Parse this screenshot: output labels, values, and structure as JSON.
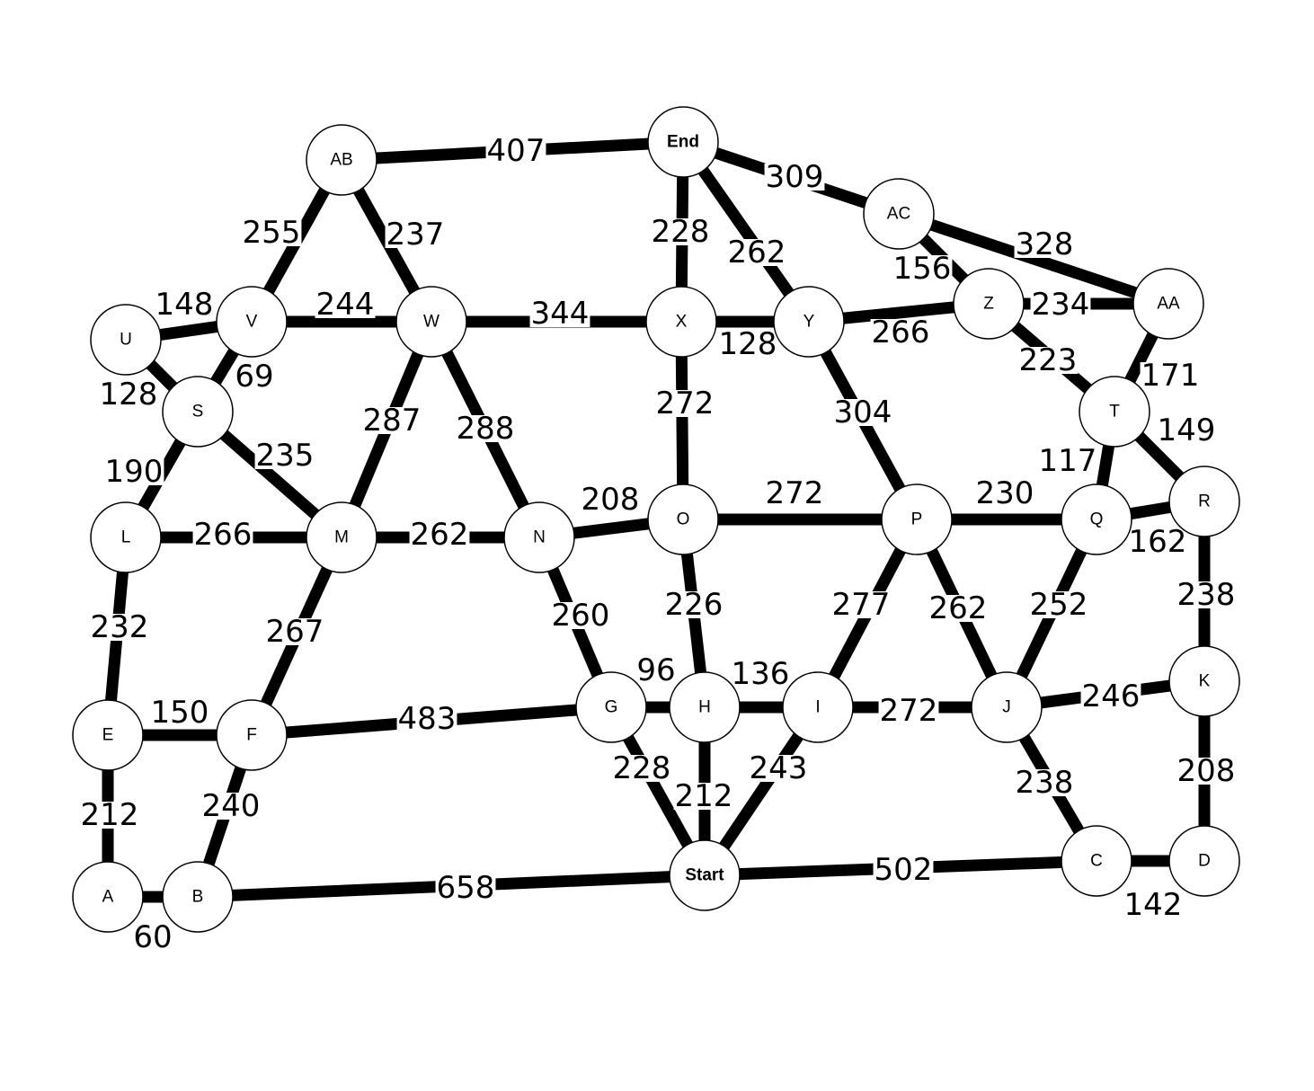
{
  "graph": {
    "colors": {
      "edge": "#000000",
      "node_fill": "#ffffff",
      "node_stroke": "#000000",
      "start_fill": "#f8cecc",
      "start_stroke": "#b85450",
      "end_fill": "#d5e8d4",
      "end_stroke": "#82b366",
      "label_background": "#ffffff"
    },
    "nodes": [
      {
        "id": "A",
        "label": "A"
      },
      {
        "id": "B",
        "label": "B"
      },
      {
        "id": "C",
        "label": "C"
      },
      {
        "id": "D",
        "label": "D"
      },
      {
        "id": "E",
        "label": "E"
      },
      {
        "id": "F",
        "label": "F"
      },
      {
        "id": "G",
        "label": "G"
      },
      {
        "id": "H",
        "label": "H"
      },
      {
        "id": "I",
        "label": "I"
      },
      {
        "id": "J",
        "label": "J"
      },
      {
        "id": "K",
        "label": "K"
      },
      {
        "id": "L",
        "label": "L"
      },
      {
        "id": "M",
        "label": "M"
      },
      {
        "id": "N",
        "label": "N"
      },
      {
        "id": "O",
        "label": "O"
      },
      {
        "id": "P",
        "label": "P"
      },
      {
        "id": "Q",
        "label": "Q"
      },
      {
        "id": "R",
        "label": "R"
      },
      {
        "id": "S",
        "label": "S"
      },
      {
        "id": "T",
        "label": "T"
      },
      {
        "id": "U",
        "label": "U"
      },
      {
        "id": "V",
        "label": "V"
      },
      {
        "id": "W",
        "label": "W"
      },
      {
        "id": "X",
        "label": "X"
      },
      {
        "id": "Y",
        "label": "Y"
      },
      {
        "id": "Z",
        "label": "Z"
      },
      {
        "id": "AA",
        "label": "AA"
      },
      {
        "id": "AB",
        "label": "AB"
      },
      {
        "id": "AC",
        "label": "AC"
      },
      {
        "id": "Start",
        "label": "Start",
        "role": "start"
      },
      {
        "id": "End",
        "label": "End",
        "role": "end"
      }
    ],
    "edges": [
      {
        "from": "AB",
        "to": "End",
        "weight": "407"
      },
      {
        "from": "End",
        "to": "AC",
        "weight": "309"
      },
      {
        "from": "End",
        "to": "X",
        "weight": "228"
      },
      {
        "from": "End",
        "to": "Y",
        "weight": "262"
      },
      {
        "from": "AB",
        "to": "V",
        "weight": "255"
      },
      {
        "from": "AB",
        "to": "W",
        "weight": "237"
      },
      {
        "from": "AC",
        "to": "AA",
        "weight": "328"
      },
      {
        "from": "AC",
        "to": "Z",
        "weight": "156"
      },
      {
        "from": "U",
        "to": "V",
        "weight": "148"
      },
      {
        "from": "V",
        "to": "W",
        "weight": "244"
      },
      {
        "from": "W",
        "to": "X",
        "weight": "344"
      },
      {
        "from": "X",
        "to": "Y",
        "weight": "128"
      },
      {
        "from": "Y",
        "to": "Z",
        "weight": "266"
      },
      {
        "from": "Z",
        "to": "AA",
        "weight": "234"
      },
      {
        "from": "U",
        "to": "S",
        "weight": "128"
      },
      {
        "from": "V",
        "to": "S",
        "weight": "69"
      },
      {
        "from": "Z",
        "to": "T",
        "weight": "223"
      },
      {
        "from": "AA",
        "to": "T",
        "weight": "171"
      },
      {
        "from": "W",
        "to": "M",
        "weight": "287"
      },
      {
        "from": "W",
        "to": "N",
        "weight": "288"
      },
      {
        "from": "X",
        "to": "O",
        "weight": "272"
      },
      {
        "from": "Y",
        "to": "P",
        "weight": "304"
      },
      {
        "from": "T",
        "to": "R",
        "weight": "149"
      },
      {
        "from": "T",
        "to": "Q",
        "weight": "117"
      },
      {
        "from": "S",
        "to": "L",
        "weight": "190"
      },
      {
        "from": "S",
        "to": "M",
        "weight": "235"
      },
      {
        "from": "N",
        "to": "O",
        "weight": "208"
      },
      {
        "from": "O",
        "to": "P",
        "weight": "272"
      },
      {
        "from": "P",
        "to": "Q",
        "weight": "230"
      },
      {
        "from": "L",
        "to": "M",
        "weight": "266"
      },
      {
        "from": "M",
        "to": "N",
        "weight": "262"
      },
      {
        "from": "Q",
        "to": "R",
        "weight": "162"
      },
      {
        "from": "L",
        "to": "E",
        "weight": "232"
      },
      {
        "from": "M",
        "to": "F",
        "weight": "267"
      },
      {
        "from": "N",
        "to": "G",
        "weight": "260"
      },
      {
        "from": "O",
        "to": "H",
        "weight": "226"
      },
      {
        "from": "P",
        "to": "I",
        "weight": "277"
      },
      {
        "from": "P",
        "to": "J",
        "weight": "262"
      },
      {
        "from": "Q",
        "to": "J",
        "weight": "252"
      },
      {
        "from": "R",
        "to": "K",
        "weight": "238"
      },
      {
        "from": "G",
        "to": "H",
        "weight": "96"
      },
      {
        "from": "H",
        "to": "I",
        "weight": "136"
      },
      {
        "from": "I",
        "to": "J",
        "weight": "272"
      },
      {
        "from": "J",
        "to": "K",
        "weight": "246"
      },
      {
        "from": "E",
        "to": "F",
        "weight": "150"
      },
      {
        "from": "F",
        "to": "G",
        "weight": "483"
      },
      {
        "from": "E",
        "to": "A",
        "weight": "212"
      },
      {
        "from": "F",
        "to": "B",
        "weight": "240"
      },
      {
        "from": "G",
        "to": "Start",
        "weight": "228"
      },
      {
        "from": "H",
        "to": "Start",
        "weight": "212"
      },
      {
        "from": "I",
        "to": "Start",
        "weight": "243"
      },
      {
        "from": "J",
        "to": "C",
        "weight": "238"
      },
      {
        "from": "K",
        "to": "D",
        "weight": "208"
      },
      {
        "from": "A",
        "to": "B",
        "weight": "60"
      },
      {
        "from": "B",
        "to": "Start",
        "weight": "658"
      },
      {
        "from": "Start",
        "to": "C",
        "weight": "502"
      },
      {
        "from": "C",
        "to": "D",
        "weight": "142"
      }
    ]
  }
}
